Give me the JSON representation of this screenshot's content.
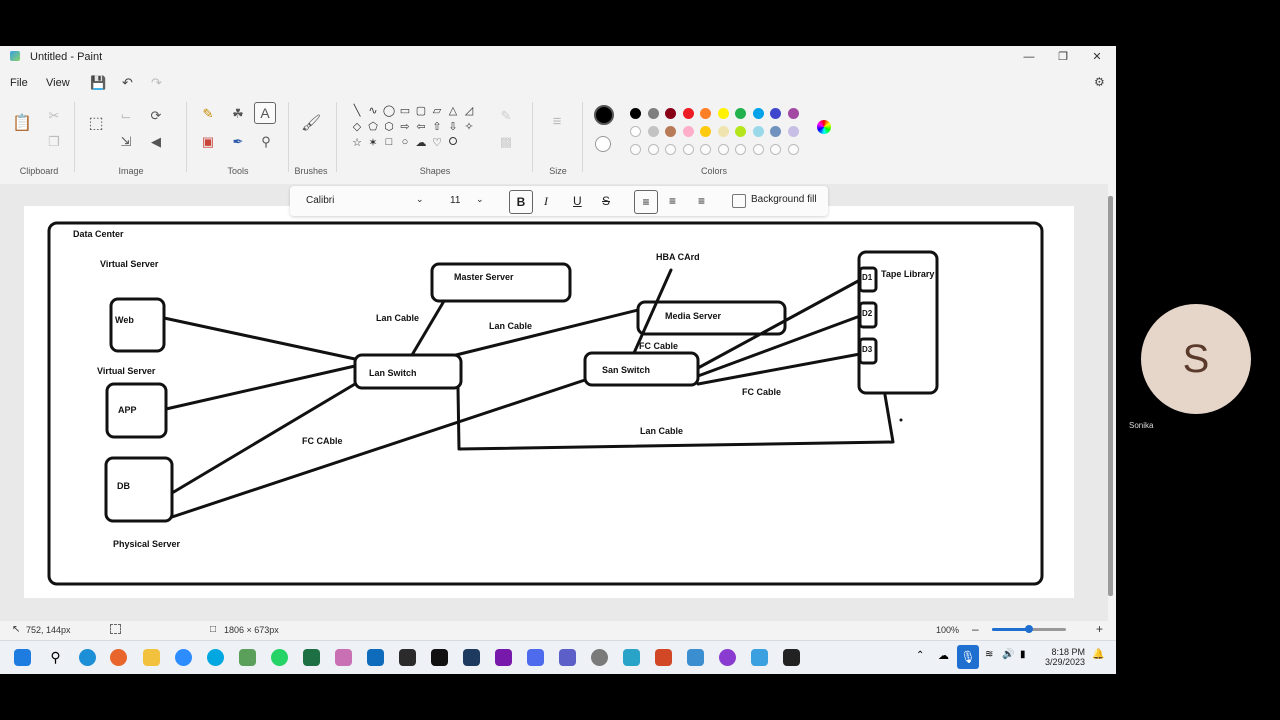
{
  "window": {
    "title": "Untitled - Paint"
  },
  "menu": {
    "file": "File",
    "view": "View"
  },
  "ribbon": {
    "groups": {
      "clipboard": "Clipboard",
      "image": "Image",
      "tools": "Tools",
      "brushes": "Brushes",
      "shapes": "Shapes",
      "size": "Size",
      "colors": "Colors"
    },
    "palette_row1": [
      "#000000",
      "#7f7f7f",
      "#880015",
      "#ed1c24",
      "#ff7f27",
      "#fff200",
      "#22b14c",
      "#00a2e8",
      "#3f48cc",
      "#a349a4"
    ],
    "palette_row2": [
      "#ffffff",
      "#c3c3c3",
      "#b97a57",
      "#ffaec9",
      "#ffc90e",
      "#efe4b0",
      "#b5e61d",
      "#99d9ea",
      "#7092be",
      "#c8bfe7"
    ],
    "primary_color": "#000000",
    "secondary_color": "#ffffff"
  },
  "textbar": {
    "font": "Calibri",
    "size": "11",
    "bold": "B",
    "italic": "I",
    "underline": "U",
    "strike": "S",
    "background_fill": "Background fill"
  },
  "diagram": {
    "data_center": "Data Center",
    "virtual_server_1": "Virtual Server",
    "virtual_server_2": "Virtual Server",
    "web": "Web",
    "app": "APP",
    "db": "DB",
    "physical_server": "Physical Server",
    "master_server": "Master Server",
    "lan_switch": "Lan Switch",
    "lan_cable_1": "Lan Cable",
    "lan_cable_2": "Lan Cable",
    "lan_cable_3": "Lan Cable",
    "fc_cable_1": "FC CAble",
    "fc_cable_2": "FC Cable",
    "fc_cable_3": "FC Cable",
    "hba_card": "HBA CArd",
    "media_server": "Media Server",
    "san_switch": "San Switch",
    "tape_library": "Tape Library",
    "d1": "D1",
    "d2": "D2",
    "d3": "D3"
  },
  "status": {
    "cursor": "752, 144px",
    "canvas_size": "1806 × 673px",
    "zoom": "100%",
    "zoom_level": 0.5
  },
  "tray": {
    "time": "8:18 PM",
    "date": "3/29/2023"
  },
  "participant": {
    "initial": "S",
    "name": "Sonika"
  }
}
